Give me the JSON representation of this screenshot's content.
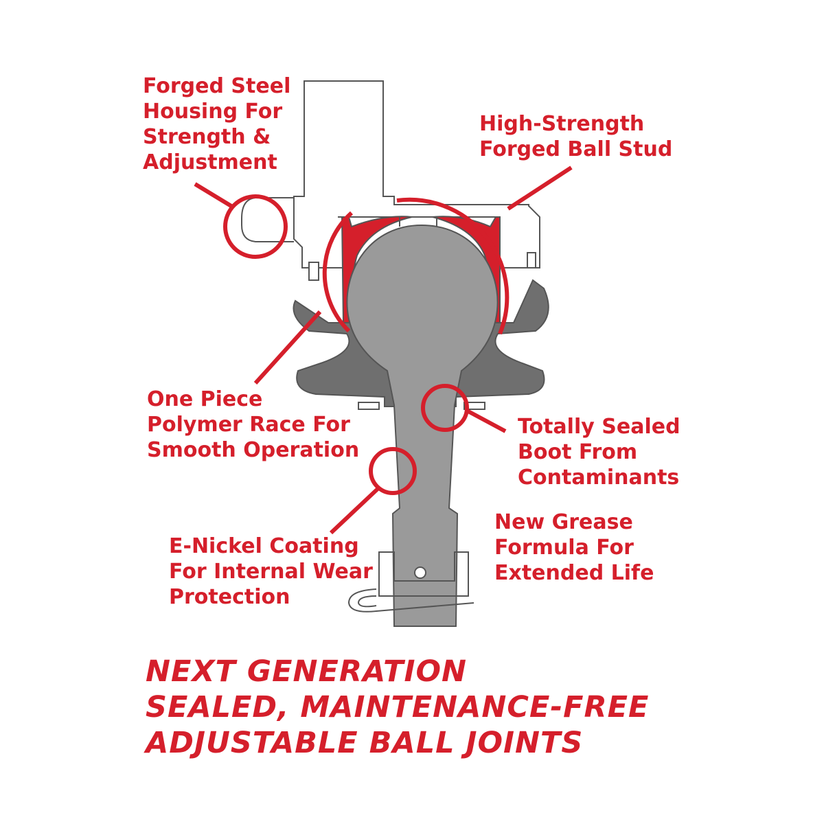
{
  "colors": {
    "accent": "#d51f2b",
    "part_gray": "#9a9a9a",
    "part_dark": "#6f6f6f",
    "outline": "#555555",
    "background": "#ffffff"
  },
  "callouts": [
    {
      "id": "housing",
      "lines": [
        "Forged Steel",
        "Housing For",
        "Strength &",
        "Adjustment"
      ]
    },
    {
      "id": "ball-stud",
      "lines": [
        "High-Strength",
        "Forged Ball Stud"
      ]
    },
    {
      "id": "race",
      "lines": [
        "One Piece",
        "Polymer Race For",
        "Smooth Operation"
      ]
    },
    {
      "id": "boot",
      "lines": [
        "Totally Sealed",
        "Boot From",
        "Contaminants"
      ]
    },
    {
      "id": "grease",
      "lines": [
        "New Grease",
        "Formula For",
        "Extended Life"
      ]
    },
    {
      "id": "coating",
      "lines": [
        "E-Nickel Coating",
        "For Internal Wear",
        "Protection"
      ]
    }
  ],
  "headline": {
    "lines": [
      "NEXT GENERATION",
      "SEALED, MAINTENANCE-FREE",
      "ADJUSTABLE BALL JOINTS"
    ]
  }
}
